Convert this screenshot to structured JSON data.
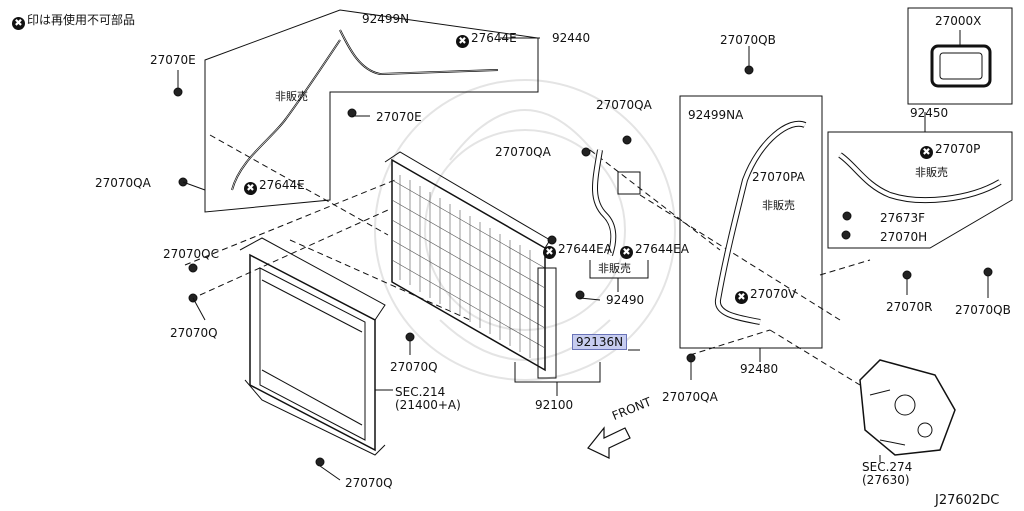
{
  "diagram": {
    "code": "J27602DC",
    "legend": {
      "mark": "✖",
      "text": "印は再使用不可部品"
    },
    "not_sold": "非販売",
    "front": "FRONT",
    "inset_part": "27000X",
    "highlighted_part": "92136N",
    "parts": {
      "p92499n": "92499N",
      "p27644e_a": "27644E",
      "p92440": "92440",
      "p27070e_a": "27070E",
      "p27070e_b": "27070E",
      "p27070qa_a": "27070QA",
      "p27644e_b": "27644E",
      "p27070qc": "27070QC",
      "p27070q_a": "27070Q",
      "p27070qa_b": "27070QA",
      "p27070qa_c": "27070QA",
      "p27644ea_a": "27644EA",
      "p27644ea_b": "27644EA",
      "p92490": "92490",
      "p27070q_b": "27070Q",
      "p92100": "92100",
      "p27070q_c": "27070Q",
      "p27070qb_a": "27070QB",
      "p92499na": "92499NA",
      "p27070pa": "27070PA",
      "p27070v": "27070V",
      "p92480": "92480",
      "p27070qa_d": "27070QA",
      "p92450": "92450",
      "p27070p": "27070P",
      "p27673f": "27673F",
      "p27070h": "27070H",
      "p27070r": "27070R",
      "p27070qb_b": "27070QB"
    },
    "sections": {
      "sec214": "SEC.214",
      "sec214_sub": "(21400+A)",
      "sec274": "SEC.274",
      "sec274_sub": "(27630)"
    }
  }
}
